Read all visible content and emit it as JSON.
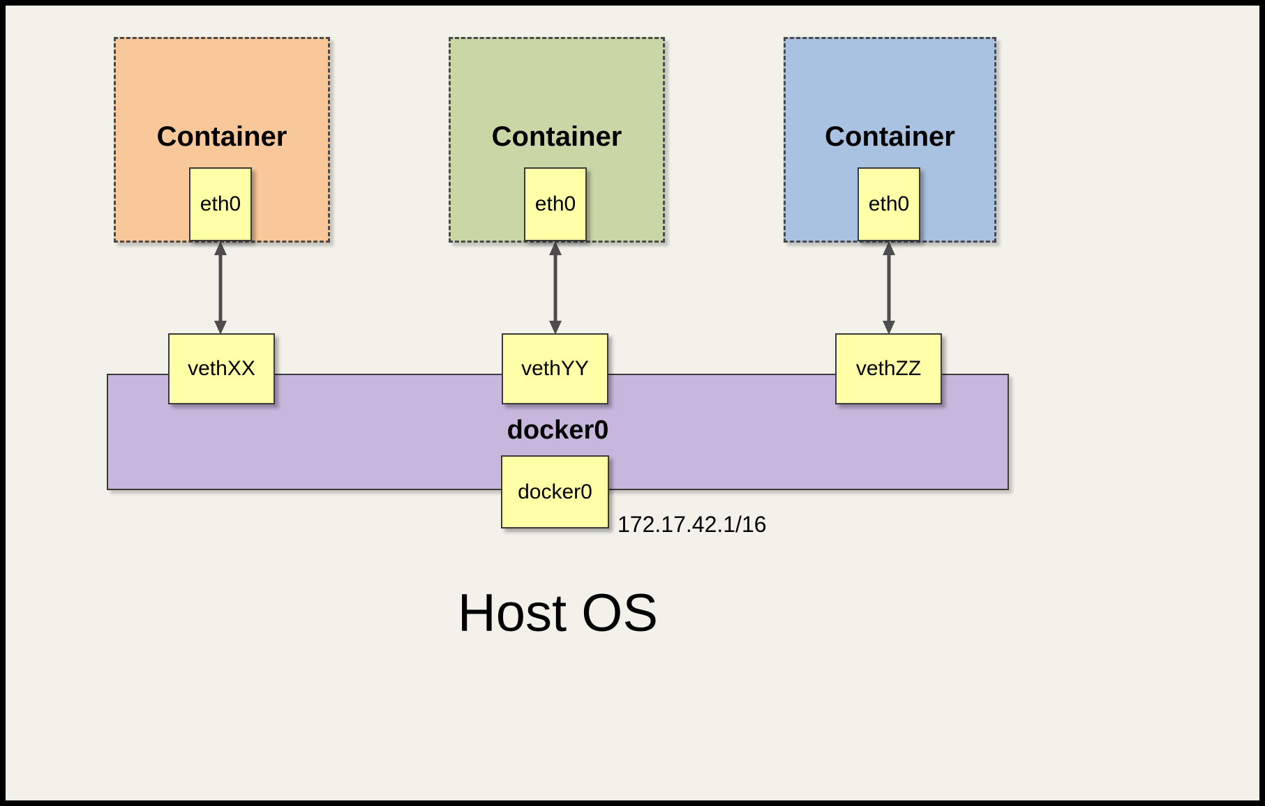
{
  "diagram_title": "Host OS",
  "containers": [
    {
      "label": "Container",
      "eth_label": "eth0",
      "veth_label": "vethXX",
      "fill": "#f9c89a"
    },
    {
      "label": "Container",
      "eth_label": "eth0",
      "veth_label": "vethYY",
      "fill": "#c9d7a7"
    },
    {
      "label": "Container",
      "eth_label": "eth0",
      "veth_label": "vethZZ",
      "fill": "#a9c2e2"
    }
  ],
  "bridge": {
    "label": "docker0",
    "interface_label": "docker0",
    "ip_address": "172.17.42.1/16",
    "fill": "#c8b7dc"
  },
  "host": {
    "label": "Host OS"
  },
  "colors": {
    "background": "#f2f1ea",
    "yellow_label": "#ffffa8",
    "arrow": "#4d4d4d",
    "border": "#000000"
  }
}
